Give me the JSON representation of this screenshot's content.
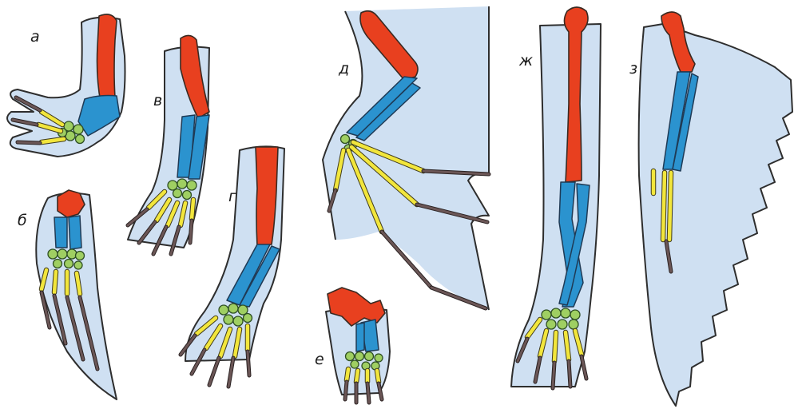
{
  "figure": {
    "labels": {
      "a": "а",
      "b": "б",
      "v": "в",
      "g": "г",
      "d": "д",
      "e": "е",
      "zh": "ж",
      "z": "з"
    },
    "colors": {
      "humerus": "#e8401f",
      "forearm": "#2b93cf",
      "wrist": "#9fcf62",
      "metacarpals": "#f2e63c",
      "phalanges": "#5c4a4a",
      "membrane": "#cfe0f2"
    }
  }
}
